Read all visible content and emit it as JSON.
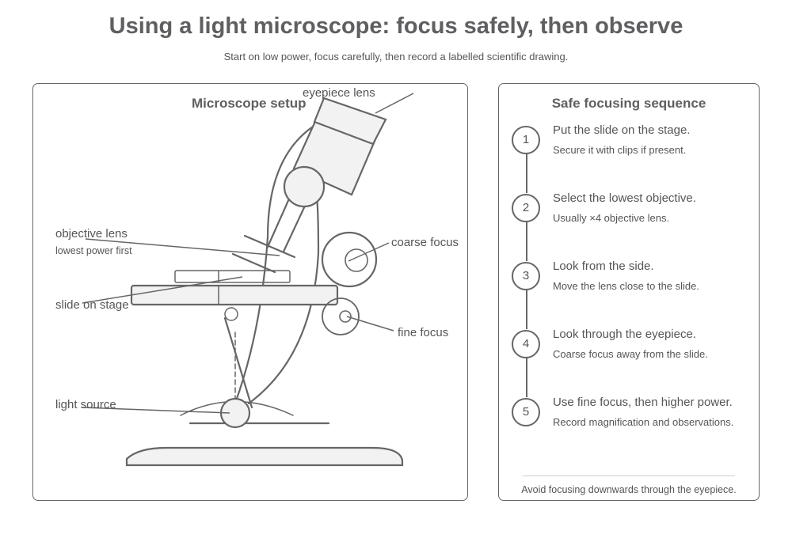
{
  "header": {
    "title": "Using a light microscope: focus safely, then observe",
    "subtitle": "Start on low power, focus carefully, then record a labelled scientific drawing."
  },
  "setup": {
    "title": "Microscope setup",
    "labels": {
      "eyepiece": "eyepiece lens",
      "objective": "objective lens",
      "objective_note": "lowest power first",
      "slide": "slide on stage",
      "light": "light source",
      "coarse": "coarse focus",
      "fine": "fine focus"
    }
  },
  "sequence": {
    "title": "Safe focusing sequence",
    "steps": [
      {
        "number": "1",
        "main": "Put the slide on the stage.",
        "sub": "Secure it with clips if present."
      },
      {
        "number": "2",
        "main": "Select the lowest objective.",
        "sub": "Usually ×4 objective lens."
      },
      {
        "number": "3",
        "main": "Look from the side.",
        "sub": "Move the lens close to the slide."
      },
      {
        "number": "4",
        "main": "Look through the eyepiece.",
        "sub": "Coarse focus away from the slide."
      },
      {
        "number": "5",
        "main": "Use fine focus, then higher power.",
        "sub": "Record magnification and observations."
      }
    ],
    "footer": "Avoid focusing downwards through the eyepiece."
  },
  "colors": {
    "stroke": "#666666",
    "fill": "#f2f2f2",
    "text": "#555555"
  }
}
